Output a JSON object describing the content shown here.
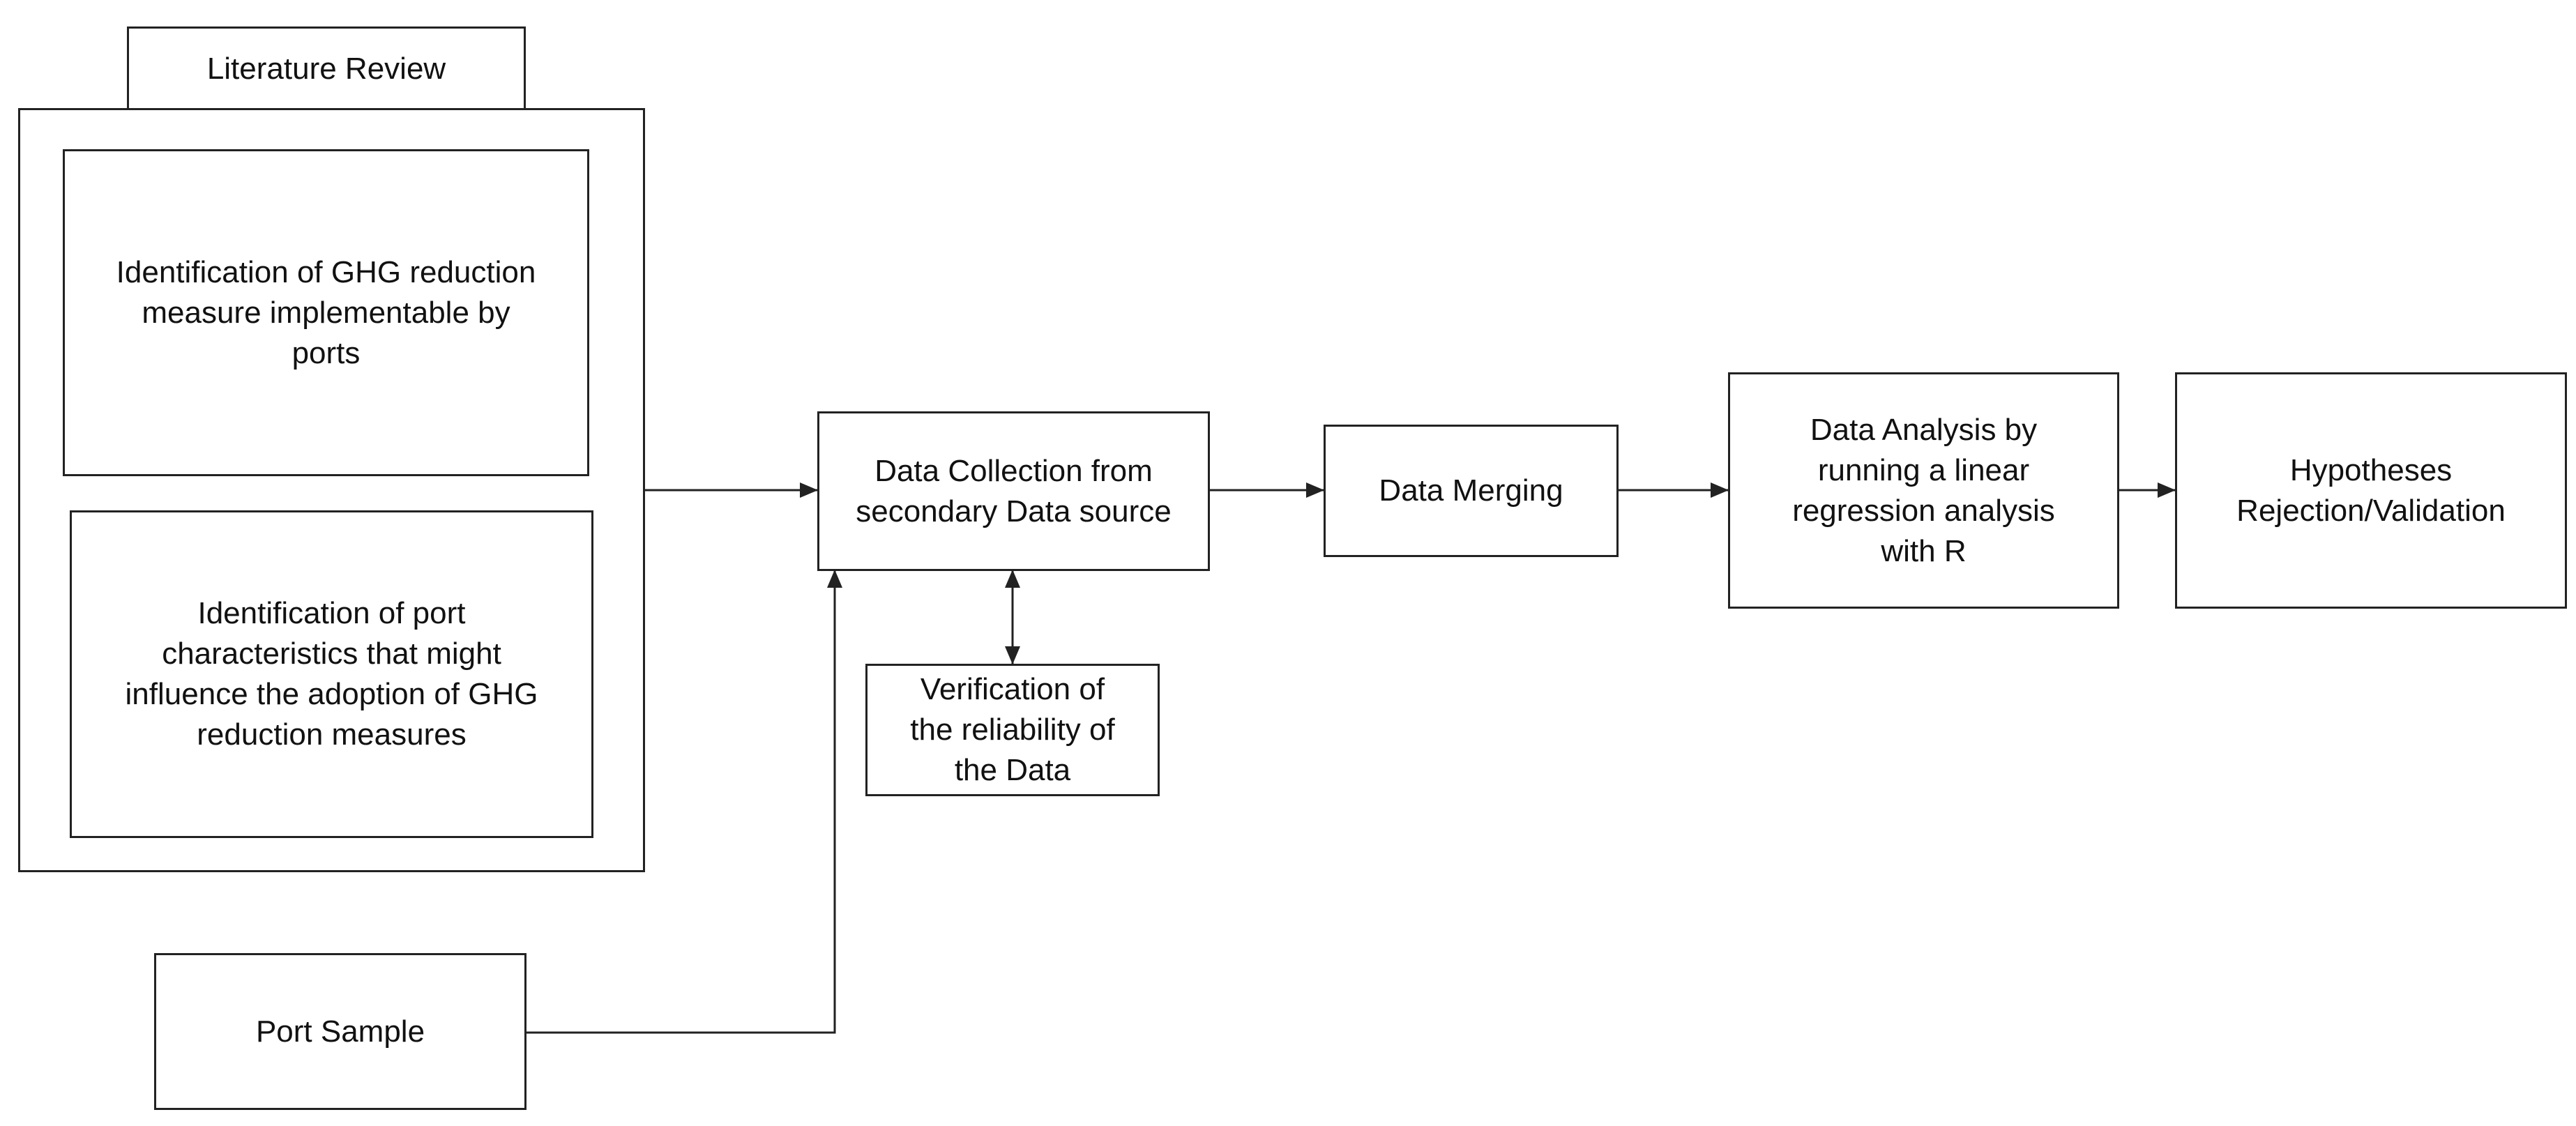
{
  "diagram": {
    "literature_review": "Literature Review",
    "ghg_measures": "Identification of GHG reduction\nmeasure implementable by\nports",
    "port_characteristics": "Identification of port\ncharacteristics that might\ninfluence the adoption of GHG\nreduction measures",
    "port_sample": "Port Sample",
    "data_collection": "Data Collection from\nsecondary Data source",
    "verification": "Verification of\nthe reliability of\nthe Data",
    "data_merging": "Data Merging",
    "data_analysis": "Data Analysis by\nrunning a linear\nregression analysis\nwith R",
    "hypotheses": "Hypotheses\nRejection/Validation"
  }
}
